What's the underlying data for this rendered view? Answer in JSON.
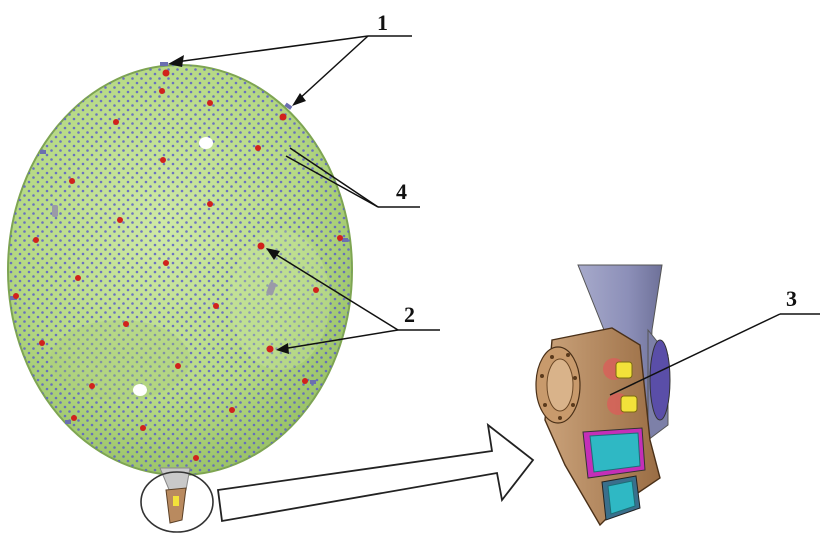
{
  "figure": {
    "callouts": [
      {
        "id": "callout-1",
        "text": "1"
      },
      {
        "id": "callout-2",
        "text": "2"
      },
      {
        "id": "callout-3",
        "text": "3"
      },
      {
        "id": "callout-4",
        "text": "4"
      }
    ]
  },
  "colors": {
    "reflector": "#b8dc8a",
    "reflector_edge": "#6f9a45",
    "mesh_dots": "#5b5fc8",
    "red_markers": "#d1221c",
    "bracket": "#b98a5f",
    "arm": "#8c8fb8",
    "bolt": "#f2e23a",
    "cyan_pad": "#2fb8c4",
    "magenta_frame": "#c42fb8"
  }
}
